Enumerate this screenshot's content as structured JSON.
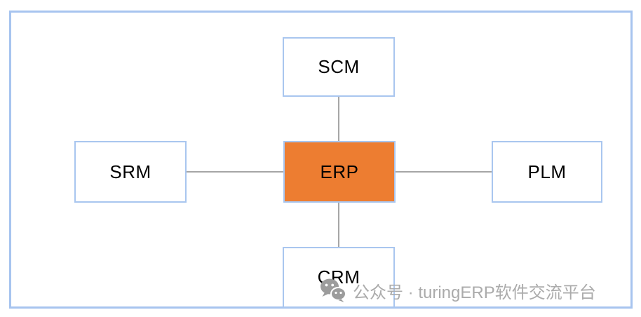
{
  "frame": {
    "border_color": "#A7C4EF"
  },
  "diagram": {
    "type": "hub-and-spoke",
    "center": {
      "id": "erp",
      "label": "ERP",
      "fill": "#ED7D31"
    },
    "nodes": [
      {
        "id": "scm",
        "label": "SCM",
        "position": "top"
      },
      {
        "id": "srm",
        "label": "SRM",
        "position": "left"
      },
      {
        "id": "plm",
        "label": "PLM",
        "position": "right"
      },
      {
        "id": "crm",
        "label": "CRM",
        "position": "bottom"
      }
    ],
    "edges": [
      {
        "from": "erp",
        "to": "scm"
      },
      {
        "from": "erp",
        "to": "srm"
      },
      {
        "from": "erp",
        "to": "plm"
      },
      {
        "from": "erp",
        "to": "crm"
      }
    ],
    "node_border_color": "#A9C6EF",
    "edge_color": "#A6A6A6",
    "text_color": "#000000"
  },
  "watermark": {
    "icon": "wechat-icon",
    "text": "公众号 · turingERP软件交流平台",
    "color": "#ABABAB"
  }
}
